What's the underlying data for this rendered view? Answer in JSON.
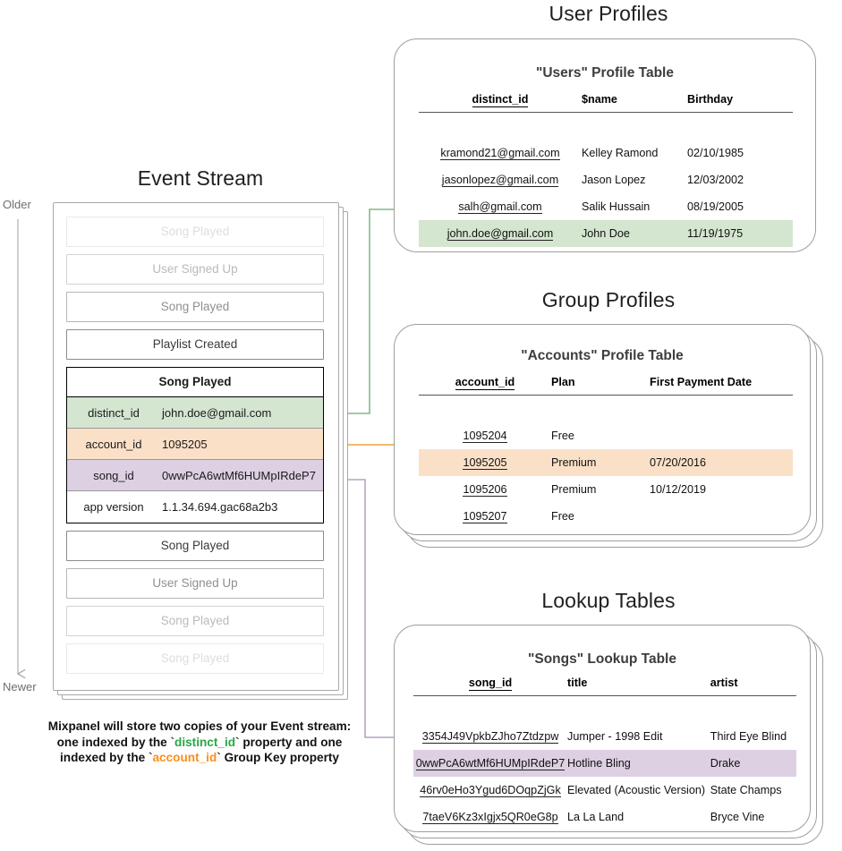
{
  "sections": {
    "event_stream_title": "Event Stream",
    "user_profiles_title": "User Profiles",
    "group_profiles_title": "Group Profiles",
    "lookup_tables_title": "Lookup Tables"
  },
  "axis": {
    "older": "Older",
    "newer": "Newer"
  },
  "event_stream": {
    "events_above": [
      {
        "label": "Song Played",
        "fade": "fade-1"
      },
      {
        "label": "User Signed Up",
        "fade": "fade-2"
      },
      {
        "label": "Song Played",
        "fade": "fade-3"
      },
      {
        "label": "Playlist Created",
        "fade": "fade-4"
      }
    ],
    "selected_event": {
      "title": "Song Played",
      "properties": [
        {
          "key": "distinct_id",
          "value": "john.doe@gmail.com",
          "highlight": "green"
        },
        {
          "key": "account_id",
          "value": "1095205",
          "highlight": "orange"
        },
        {
          "key": "song_id",
          "value": "0wwPcA6wtMf6HUMpIRdeP7",
          "highlight": "purple"
        },
        {
          "key": "app version",
          "value": "1.1.34.694.gac68a2b3",
          "highlight": "plain"
        }
      ]
    },
    "events_below": [
      {
        "label": "Song Played",
        "fade": "fade-4"
      },
      {
        "label": "User Signed Up",
        "fade": "fade-3"
      },
      {
        "label": "Song Played",
        "fade": "fade-2"
      },
      {
        "label": "Song Played",
        "fade": "fade-1"
      }
    ]
  },
  "caption": {
    "line1": "Mixpanel will store two copies of your Event stream:",
    "line2_a": "one indexed by the ",
    "line2_token": "distinct_id",
    "line2_b": " property and one",
    "line3_a": "indexed by the ",
    "line3_token": "account_id",
    "line3_b": " Group Key property"
  },
  "users_table": {
    "title": "\"Users\" Profile Table",
    "columns": [
      "distinct_id",
      "$name",
      "Birthday"
    ],
    "rows": [
      {
        "cells": [
          "kramond21@gmail.com",
          "Kelley Ramond",
          "02/10/1985"
        ],
        "highlight": ""
      },
      {
        "cells": [
          "jasonlopez@gmail.com",
          "Jason Lopez",
          "12/03/2002"
        ],
        "highlight": ""
      },
      {
        "cells": [
          "salh@gmail.com",
          "Salik Hussain",
          "08/19/2005"
        ],
        "highlight": ""
      },
      {
        "cells": [
          "john.doe@gmail.com",
          "John Doe",
          "11/19/1975"
        ],
        "highlight": "hl-green"
      }
    ]
  },
  "accounts_table": {
    "title": "\"Accounts\" Profile Table",
    "columns": [
      "account_id",
      "Plan",
      "First Payment Date"
    ],
    "rows": [
      {
        "cells": [
          "1095204",
          "Free",
          ""
        ],
        "highlight": ""
      },
      {
        "cells": [
          "1095205",
          "Premium",
          "07/20/2016"
        ],
        "highlight": "hl-orange"
      },
      {
        "cells": [
          "1095206",
          "Premium",
          "10/12/2019"
        ],
        "highlight": ""
      },
      {
        "cells": [
          "1095207",
          "Free",
          ""
        ],
        "highlight": ""
      }
    ]
  },
  "songs_table": {
    "title": "\"Songs\" Lookup Table",
    "columns": [
      "song_id",
      "title",
      "artist"
    ],
    "rows": [
      {
        "cells": [
          "3354J49VpkbZJho7Ztdzpw",
          "Jumper - 1998 Edit",
          "Third Eye Blind"
        ],
        "highlight": ""
      },
      {
        "cells": [
          "0wwPcA6wtMf6HUMpIRdeP7",
          "Hotline Bling",
          "Drake"
        ],
        "highlight": "hl-purple"
      },
      {
        "cells": [
          "46rv0eHo3Ygud6DOqpZjGk",
          "Elevated (Acoustic Version)",
          "State Champs"
        ],
        "highlight": ""
      },
      {
        "cells": [
          "7taeV6Kz3xIgjx5QR0eG8p",
          "La La Land",
          "Bryce Vine"
        ],
        "highlight": ""
      }
    ]
  },
  "colors": {
    "green": "#5aa469",
    "orange": "#e8a33d",
    "purple": "#9b82a8",
    "gray_line": "#8c8c8c",
    "highlight_green": "#d4e5d0",
    "highlight_orange": "#fbe0c8",
    "highlight_purple": "#ddd0e3"
  }
}
